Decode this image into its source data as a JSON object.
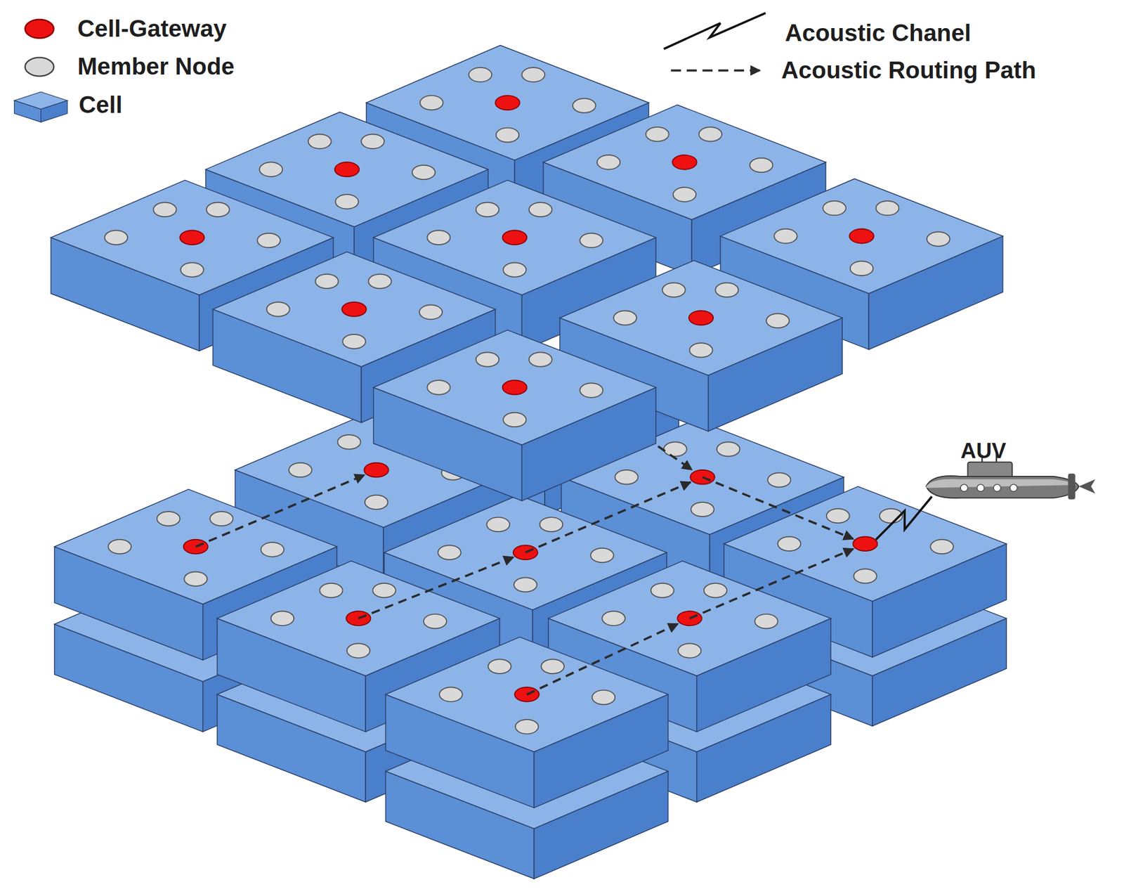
{
  "diagram": {
    "labels": [
      "AUV"
    ],
    "legend": [
      {
        "text": "Cell-Gateway",
        "color": "#ee1111"
      },
      {
        "text": "Member Node",
        "color": "#d9d9d9"
      },
      {
        "text": "Cell",
        "color": "#8db4e8"
      },
      {
        "text": "Acoustic Chanel"
      },
      {
        "text": "Acoustic Routing Path"
      }
    ]
  }
}
